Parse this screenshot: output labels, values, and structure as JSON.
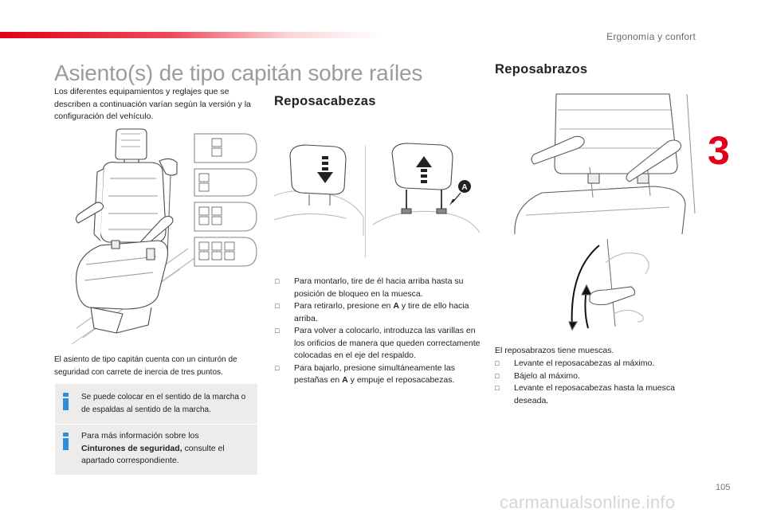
{
  "header": {
    "chapter_title": "Ergonomía y confort",
    "chapter_number": "3",
    "accent_color": "#e2001a"
  },
  "footer": {
    "page_number": "105",
    "watermark": "carmanualsonline.info"
  },
  "left": {
    "title": "Asiento(s) de tipo capitán sobre raíles",
    "intro": "Los diferentes equipamientos y reglajes que se describen a continuación varían según la versión y la configuración del vehículo.",
    "seat_note": "El asiento de tipo capitán cuenta con un cinturón de seguridad con carrete de inercia de tres puntos.",
    "info1": "Se puede colocar en el sentido de la marcha o de espaldas al sentido de la marcha.",
    "info2_prefix": "Para más información sobre los ",
    "info2_bold": "Cinturones de seguridad,",
    "info2_suffix": " consulte el apartado correspondiente."
  },
  "headrest": {
    "title": "Reposacabezas",
    "figure_label": "A",
    "steps": [
      {
        "text": "Para montarlo, tire de él hacia arriba hasta su posición de bloqueo en la muesca."
      },
      {
        "pre": "Para retirarlo, presione en ",
        "bold": "A",
        "post": " y tire de ello hacia arriba."
      },
      {
        "text": "Para volver a colocarlo, introduzca las varillas en los orificios de manera que queden correctamente colocadas en el eje del respaldo."
      },
      {
        "pre": "Para bajarlo, presione simultáneamente las pestañas en ",
        "bold": "A",
        "post": " y empuje el reposacabezas."
      }
    ]
  },
  "armrest": {
    "title": "Reposabrazos",
    "intro": "El reposabrazos tiene muescas.",
    "steps": [
      "Levante el reposacabezas al máximo.",
      "Bájelo al máximo.",
      "Levante el reposacabezas hasta la muesca deseada."
    ]
  },
  "icons": {
    "bullet": "square-bullet-icon",
    "info": "info-icon"
  }
}
